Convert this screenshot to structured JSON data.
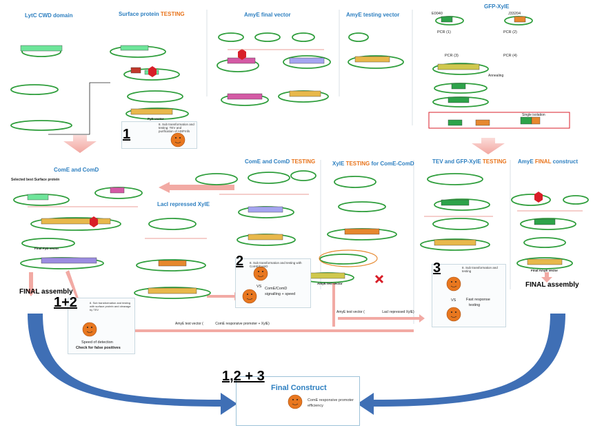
{
  "titles": {
    "lytc": "LytC CWD domain",
    "surface": "Surface protein",
    "surface_testing": "TESTING",
    "amye_final_vector": "AmyE final vector",
    "amye_testing_vector": "AmyE testing vector",
    "gfp_xyle": "GFP-XylE",
    "come_comd": "ComE and ComD",
    "come_comd_testing_a": "ComE and ComD",
    "come_comd_testing_b": "TESTING",
    "laci": "LacI repressed XylE",
    "xyle_testing_a": "XylE",
    "xyle_testing_b": "TESTING",
    "xyle_testing_c": "for ComE-ComD",
    "tev_gfp_a": "TEV and GFP-XylE",
    "tev_gfp_b": "TESTING",
    "amye_final_construct_a": "AmyE",
    "amye_final_construct_b": "FINAL",
    "amye_final_construct_c": "construct",
    "final_construct": "Final Construct"
  },
  "numbers": {
    "n1": "1",
    "n2": "2",
    "n3": "3",
    "n12": "1+2",
    "n123": "1,2 + 3"
  },
  "labels": {
    "final_assembly_left": "FINAL assembly",
    "final_assembly_right": "FINAL assembly",
    "selected_surface": "Selected best Surface protein",
    "e0040": "E0040",
    "j33204": "J33204",
    "pcr1": "PCR (1)",
    "pcr2": "PCR (2)",
    "pcr3": "PCR (3)",
    "pcr4": "PCR (4)",
    "annealing": "Annealing",
    "single_isolation": "Single isolation",
    "pyd_vector": "PyD vector",
    "final_pyd_vector": "Final PyD vector",
    "amye_test_vector": "AmyE test vector",
    "final_amye_vector": "Final AmyE vector",
    "vs": "VS",
    "come_comd_signal_a": "ComE/ComD",
    "come_comd_signal_b": "signalling + speed",
    "fast_response_a": "Fast response",
    "fast_response_b": "testing",
    "speed_detection_a": "Speed of detection",
    "speed_detection_b": "Check for false positives",
    "promoter_eff_a": "ComE responsive promoter",
    "promoter_eff_b": "efficiency",
    "sub_transform_1": "8. Sub transformation and testing: TEV and purification of AD/Fmfs",
    "sub_transform_2": "8. Sub transformation and testing with ComE/ComD",
    "sub_transform_3": "8. Sub transformation and testing",
    "sub_transform_12": "8. Sub transformation and testing with surface protein and cleavage by TEV",
    "amye_test_vector_row": "AmyE test vector (",
    "come_responsive_row": "ComE responsive  promoter + XylE)",
    "laci_row": "LacI repressed XylE)"
  },
  "colors": {
    "title_blue": "#2d7fc0",
    "accent_orange": "#e8731a",
    "arrow_blue": "#3f6fb5",
    "arrow_pink": "#f4b8b4",
    "plasmid_green": "#2f9e3c",
    "face_orange": "#e8771f"
  }
}
